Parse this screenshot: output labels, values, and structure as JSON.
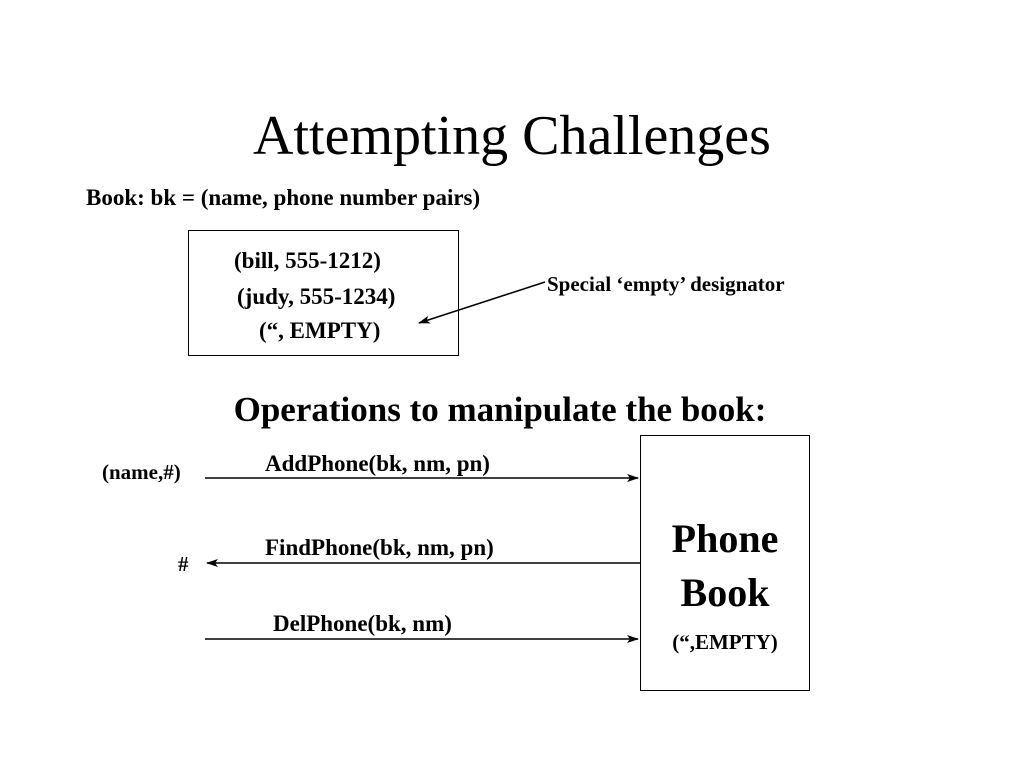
{
  "slide": {
    "title": "Attempting Challenges",
    "book_definition": "Book: bk = (name, phone number pairs)",
    "pairs": [
      "(bill, 555-1212)",
      "(judy, 555-1234)",
      "(“, EMPTY)"
    ],
    "empty_note": "Special ‘empty’ designator",
    "operations_heading": "Operations to manipulate the book:",
    "operations": {
      "add": "AddPhone(bk, nm, pn)",
      "find": "FindPhone(bk, nm, pn)",
      "delete": "DelPhone(bk, nm)"
    },
    "add_input_label": "(name,#)",
    "find_output_label": "#",
    "phone_book": {
      "title": "Phone Book",
      "empty_entry": "(“,EMPTY)"
    }
  }
}
